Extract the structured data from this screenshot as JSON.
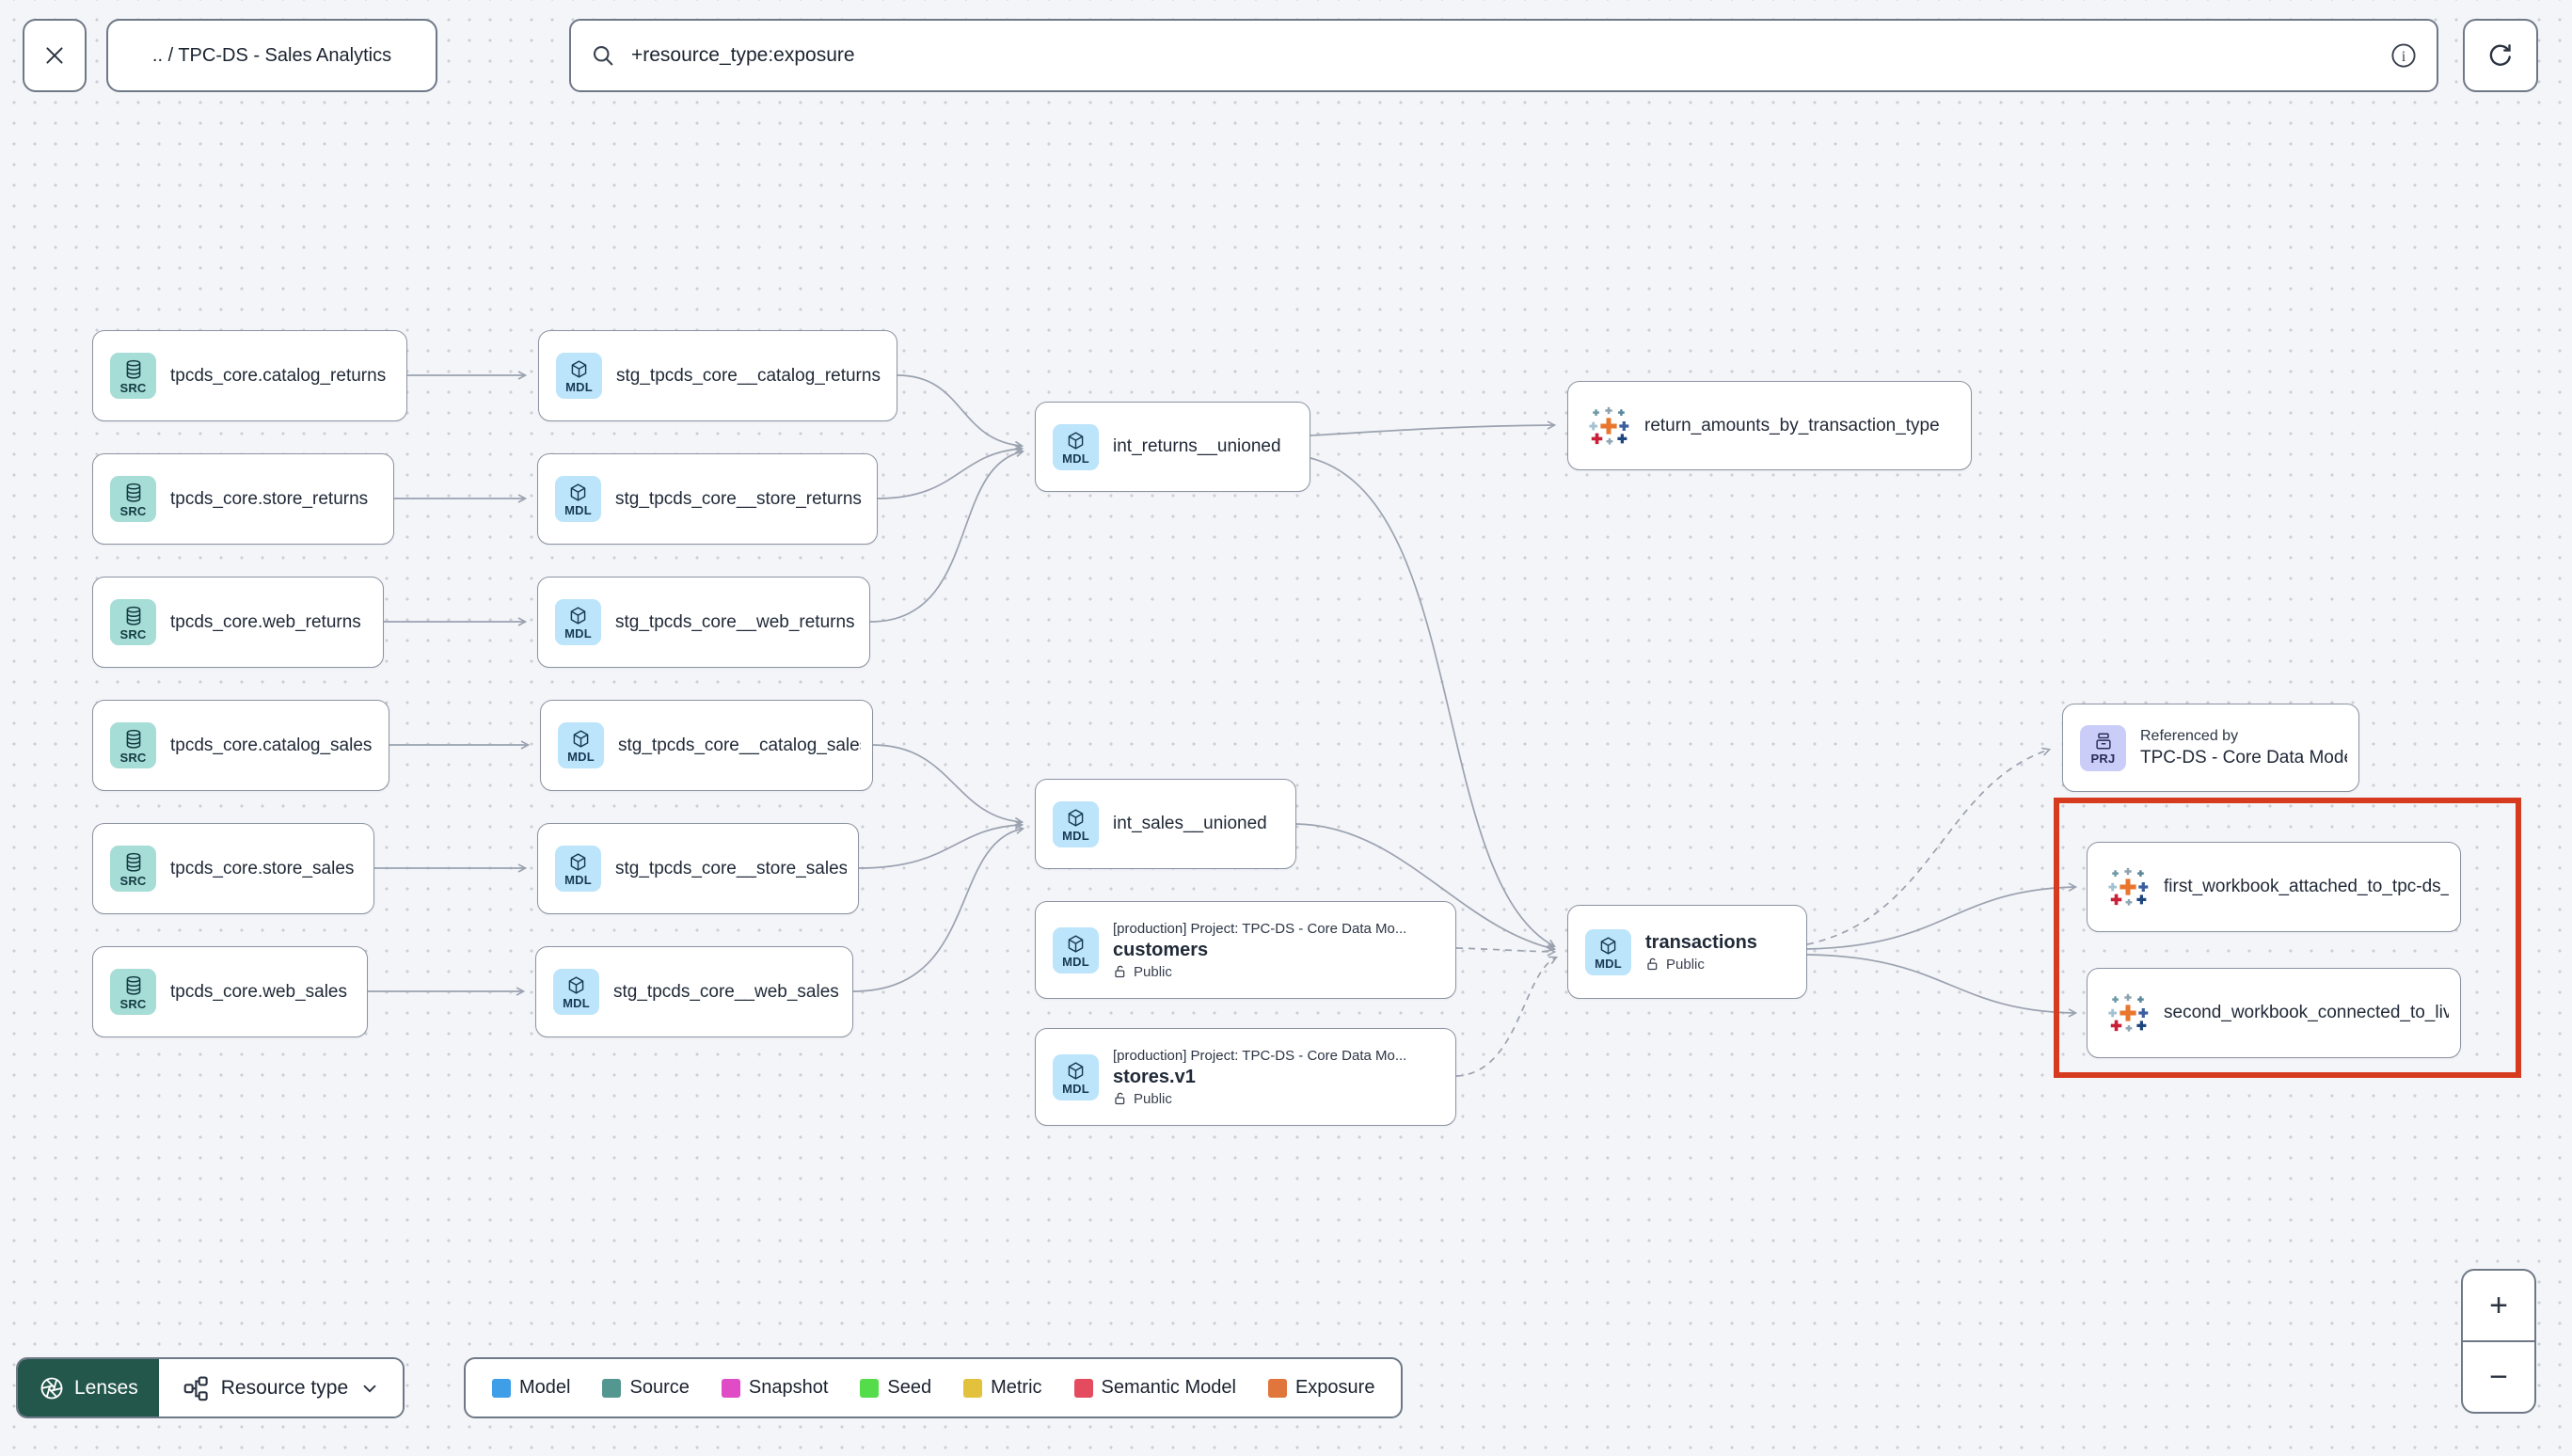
{
  "topbar": {
    "breadcrumb": ".. / TPC-DS - Sales Analytics",
    "search": {
      "value": "+resource_type:exposure"
    }
  },
  "graph": {
    "nodes": [
      {
        "id": "src_catalog_returns",
        "kind": "source",
        "badge": "SRC",
        "title": "tpcds_core.catalog_returns"
      },
      {
        "id": "src_store_returns",
        "kind": "source",
        "badge": "SRC",
        "title": "tpcds_core.store_returns"
      },
      {
        "id": "src_web_returns",
        "kind": "source",
        "badge": "SRC",
        "title": "tpcds_core.web_returns"
      },
      {
        "id": "src_catalog_sales",
        "kind": "source",
        "badge": "SRC",
        "title": "tpcds_core.catalog_sales"
      },
      {
        "id": "src_store_sales",
        "kind": "source",
        "badge": "SRC",
        "title": "tpcds_core.store_sales"
      },
      {
        "id": "src_web_sales",
        "kind": "source",
        "badge": "SRC",
        "title": "tpcds_core.web_sales"
      },
      {
        "id": "stg_catalog_returns",
        "kind": "model",
        "badge": "MDL",
        "title": "stg_tpcds_core__catalog_returns"
      },
      {
        "id": "stg_store_returns",
        "kind": "model",
        "badge": "MDL",
        "title": "stg_tpcds_core__store_returns"
      },
      {
        "id": "stg_web_returns",
        "kind": "model",
        "badge": "MDL",
        "title": "stg_tpcds_core__web_returns"
      },
      {
        "id": "stg_catalog_sales",
        "kind": "model",
        "badge": "MDL",
        "title": "stg_tpcds_core__catalog_sales"
      },
      {
        "id": "stg_store_sales",
        "kind": "model",
        "badge": "MDL",
        "title": "stg_tpcds_core__store_sales"
      },
      {
        "id": "stg_web_sales",
        "kind": "model",
        "badge": "MDL",
        "title": "stg_tpcds_core__web_sales"
      },
      {
        "id": "int_returns",
        "kind": "model",
        "badge": "MDL",
        "title": "int_returns__unioned"
      },
      {
        "id": "exp_return_amounts",
        "kind": "exposure",
        "title": "return_amounts_by_transaction_type"
      },
      {
        "id": "int_sales",
        "kind": "model",
        "badge": "MDL",
        "title": "int_sales__unioned"
      },
      {
        "id": "customers",
        "kind": "model",
        "badge": "MDL",
        "project": "[production] Project: TPC-DS - Core Data Mo...",
        "title": "customers",
        "access": "Public"
      },
      {
        "id": "stores",
        "kind": "model",
        "badge": "MDL",
        "project": "[production] Project: TPC-DS - Core Data Mo...",
        "title": "stores.v1",
        "access": "Public"
      },
      {
        "id": "transactions",
        "kind": "model",
        "badge": "MDL",
        "title": "transactions",
        "access": "Public"
      },
      {
        "id": "referenced_by",
        "kind": "project",
        "badge": "PRJ",
        "subtitle": "Referenced by",
        "title": "TPC-DS - Core Data Models"
      },
      {
        "id": "wb1",
        "kind": "exposure",
        "title": "first_workbook_attached_to_tpc-ds_-_..."
      },
      {
        "id": "wb2",
        "kind": "exposure",
        "title": "second_workbook_connected_to_live..."
      }
    ]
  },
  "legend": {
    "items": [
      {
        "label": "Model",
        "color": "#3f9ee8"
      },
      {
        "label": "Source",
        "color": "#549791"
      },
      {
        "label": "Snapshot",
        "color": "#df4cc6"
      },
      {
        "label": "Seed",
        "color": "#55dc4b"
      },
      {
        "label": "Metric",
        "color": "#e2c23d"
      },
      {
        "label": "Semantic Model",
        "color": "#e54b5e"
      },
      {
        "label": "Exposure",
        "color": "#e0763c"
      }
    ]
  },
  "controls": {
    "lenses_label": "Lenses",
    "resource_type_label": "Resource type",
    "zoom_in": "+",
    "zoom_out": "−",
    "highlight_color": "#d63b20"
  }
}
